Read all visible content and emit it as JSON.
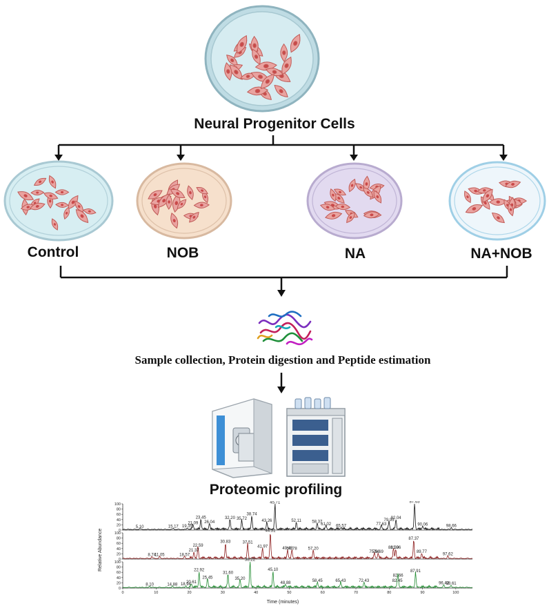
{
  "top_label": "Neural Progenitor Cells",
  "groups": [
    {
      "label": "Control",
      "dish_color": "#d7eef2",
      "rim_color": "#a9c9d3"
    },
    {
      "label": "NOB",
      "dish_color": "#f6e0cc",
      "rim_color": "#d8b9a0"
    },
    {
      "label": "NA",
      "dish_color": "#e2daf0",
      "rim_color": "#b8abcf"
    },
    {
      "label": "NA+NOB",
      "dish_color": "#eef6fb",
      "rim_color": "#9fcfe6"
    }
  ],
  "step_label": "Sample collection, Protein digestion and Peptide estimation",
  "instrument_label": "Proteomic profiling",
  "chromatogram": {
    "y_axis_title": "Relative Abundance",
    "x_axis_title": "Time (minutes)",
    "y_ticks": [
      "0",
      "20",
      "40",
      "60",
      "80",
      "100"
    ],
    "x_ticks": [
      "0",
      "10",
      "20",
      "30",
      "40",
      "50",
      "60",
      "70",
      "80",
      "90",
      "100"
    ],
    "x_range": [
      0,
      105
    ],
    "traces": [
      {
        "color": "#111111",
        "peaks": [
          {
            "t": 5.1,
            "h": 4
          },
          {
            "t": 15.17,
            "h": 5
          },
          {
            "t": 19.35,
            "h": 6
          },
          {
            "t": 21.09,
            "h": 18
          },
          {
            "t": 23.45,
            "h": 40
          },
          {
            "t": 26.04,
            "h": 22
          },
          {
            "t": 32.2,
            "h": 38
          },
          {
            "t": 35.72,
            "h": 36
          },
          {
            "t": 38.74,
            "h": 52
          },
          {
            "t": 43.26,
            "h": 28
          },
          {
            "t": 45.71,
            "h": 98
          },
          {
            "t": 52.11,
            "h": 27
          },
          {
            "t": 58.37,
            "h": 24
          },
          {
            "t": 61.02,
            "h": 14
          },
          {
            "t": 65.57,
            "h": 8
          },
          {
            "t": 77.63,
            "h": 14
          },
          {
            "t": 79.95,
            "h": 30
          },
          {
            "t": 82.04,
            "h": 38
          },
          {
            "t": 87.63,
            "h": 100
          },
          {
            "t": 90.06,
            "h": 13
          },
          {
            "t": 98.66,
            "h": 8
          }
        ]
      },
      {
        "color": "#8b1a1a",
        "peaks": [
          {
            "t": 8.74,
            "h": 8
          },
          {
            "t": 11.05,
            "h": 8
          },
          {
            "t": 18.57,
            "h": 8
          },
          {
            "t": 21.37,
            "h": 25
          },
          {
            "t": 22.59,
            "h": 44
          },
          {
            "t": 30.83,
            "h": 58
          },
          {
            "t": 37.51,
            "h": 55
          },
          {
            "t": 41.97,
            "h": 40
          },
          {
            "t": 44.31,
            "h": 100
          },
          {
            "t": 49.48,
            "h": 33
          },
          {
            "t": 50.78,
            "h": 32
          },
          {
            "t": 57.2,
            "h": 32
          },
          {
            "t": 75.56,
            "h": 20
          },
          {
            "t": 76.69,
            "h": 20
          },
          {
            "t": 81.3,
            "h": 36
          },
          {
            "t": 81.96,
            "h": 35
          },
          {
            "t": 87.37,
            "h": 70
          },
          {
            "t": 89.77,
            "h": 20
          },
          {
            "t": 97.62,
            "h": 10
          }
        ]
      },
      {
        "color": "#1e8a2e",
        "peaks": [
          {
            "t": 8.1,
            "h": 5
          },
          {
            "t": 14.88,
            "h": 5
          },
          {
            "t": 18.94,
            "h": 6
          },
          {
            "t": 20.61,
            "h": 14
          },
          {
            "t": 22.92,
            "h": 60
          },
          {
            "t": 25.45,
            "h": 32
          },
          {
            "t": 31.6,
            "h": 50
          },
          {
            "t": 35.2,
            "h": 28
          },
          {
            "t": 38.22,
            "h": 100
          },
          {
            "t": 45.1,
            "h": 62
          },
          {
            "t": 48.88,
            "h": 12
          },
          {
            "t": 58.45,
            "h": 20
          },
          {
            "t": 65.43,
            "h": 20
          },
          {
            "t": 72.43,
            "h": 20
          },
          {
            "t": 82.45,
            "h": 20
          },
          {
            "t": 82.66,
            "h": 40
          },
          {
            "t": 87.91,
            "h": 56
          },
          {
            "t": 96.42,
            "h": 10
          },
          {
            "t": 98.61,
            "h": 9
          }
        ]
      }
    ]
  }
}
